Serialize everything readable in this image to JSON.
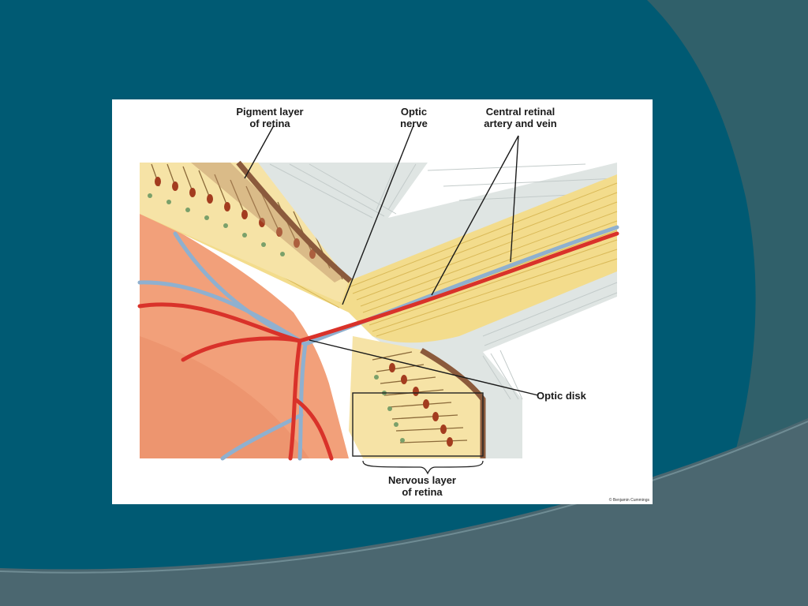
{
  "colors": {
    "slide_background": "#005a73",
    "decor_dark": "#30606a",
    "decor_slate": "#4b6770",
    "artery": "#d9322a",
    "vein": "#8fb0cf",
    "nerve_fibers": "#f3dc8c",
    "eyeball_interior": "#f2a07a",
    "sclera": "#dfe5e3",
    "pigment_layer": "#8b5a3c"
  },
  "labels": {
    "pigment_layer": "Pigment layer\nof retina",
    "optic_nerve": "Optic\nnerve",
    "central_retinal": "Central retinal\nartery and vein",
    "optic_disk": "Optic disk",
    "nervous_layer": "Nervous layer\nof retina"
  },
  "credit": "© Benjamin Cummings"
}
